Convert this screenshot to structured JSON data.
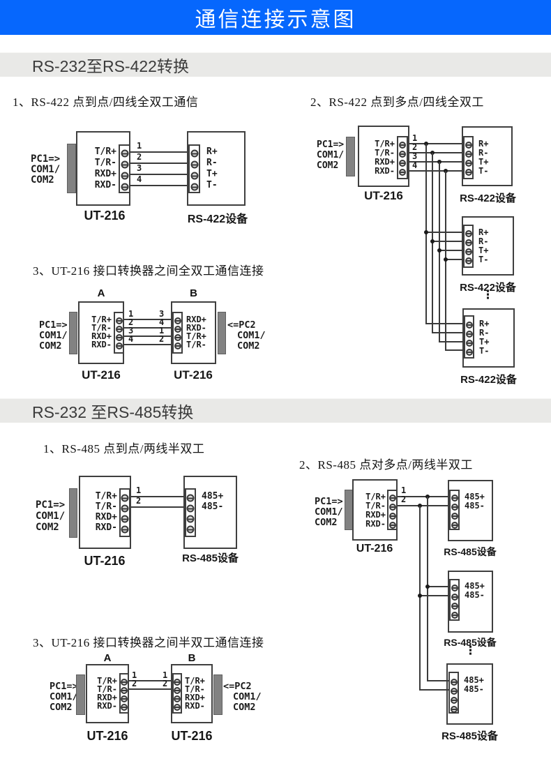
{
  "banner": {
    "title": "通信连接示意图"
  },
  "sections": [
    {
      "heading": "RS-232至RS-422转换"
    },
    {
      "heading": "RS-232 至RS-485转换"
    }
  ],
  "shared": {
    "pc1_lines": [
      "PC1=>",
      "COM1/",
      "COM2"
    ],
    "pc2_lines": [
      "<=PC2",
      "COM1/",
      "COM2"
    ],
    "converter_name": "UT-216",
    "converter_pins": [
      "T/R+",
      "T/R-",
      "RXD+",
      "RXD-"
    ],
    "device_422": {
      "name": "RS-422设备",
      "pins": [
        "R+",
        "R-",
        "T+",
        "T-"
      ]
    },
    "device_485": {
      "name": "RS-485设备",
      "pins": [
        "485+",
        "485-"
      ]
    },
    "port_a": "A",
    "port_b": "B",
    "ellipsis": "⋮"
  },
  "diagrams": {
    "rs422_p2p": {
      "title": "1、RS-422 点到点/四线全双工通信",
      "wire_numbers": [
        "1",
        "2",
        "3",
        "4"
      ]
    },
    "rs422_multidrop": {
      "title": "2、RS-422 点到多点/四线全双工",
      "wire_numbers": [
        "1",
        "2",
        "3",
        "4"
      ]
    },
    "rs422_pair": {
      "title": "3、UT-216 接口转换器之间全双工通信连接",
      "left_numbers": [
        "1",
        "2",
        "3",
        "4"
      ],
      "right_numbers": [
        "3",
        "4",
        "1",
        "2"
      ]
    },
    "rs485_p2p": {
      "title": "1、RS-485 点到点/两线半双工",
      "wire_numbers": [
        "1",
        "2"
      ]
    },
    "rs485_multidrop": {
      "title": "2、RS-485 点对多点/两线半双工",
      "wire_numbers": [
        "1",
        "2"
      ]
    },
    "rs485_pair": {
      "title": "3、UT-216 接口转换器之间半双工通信连接",
      "left_numbers": [
        "1",
        "2"
      ],
      "right_numbers": [
        "1",
        "2"
      ]
    }
  },
  "colors": {
    "banner_bg": "#0667fd",
    "banner_text": "#ffffff",
    "section_bg": "#e9e9e7",
    "line": "#3a3a3a",
    "connector_fill": "#828282"
  }
}
